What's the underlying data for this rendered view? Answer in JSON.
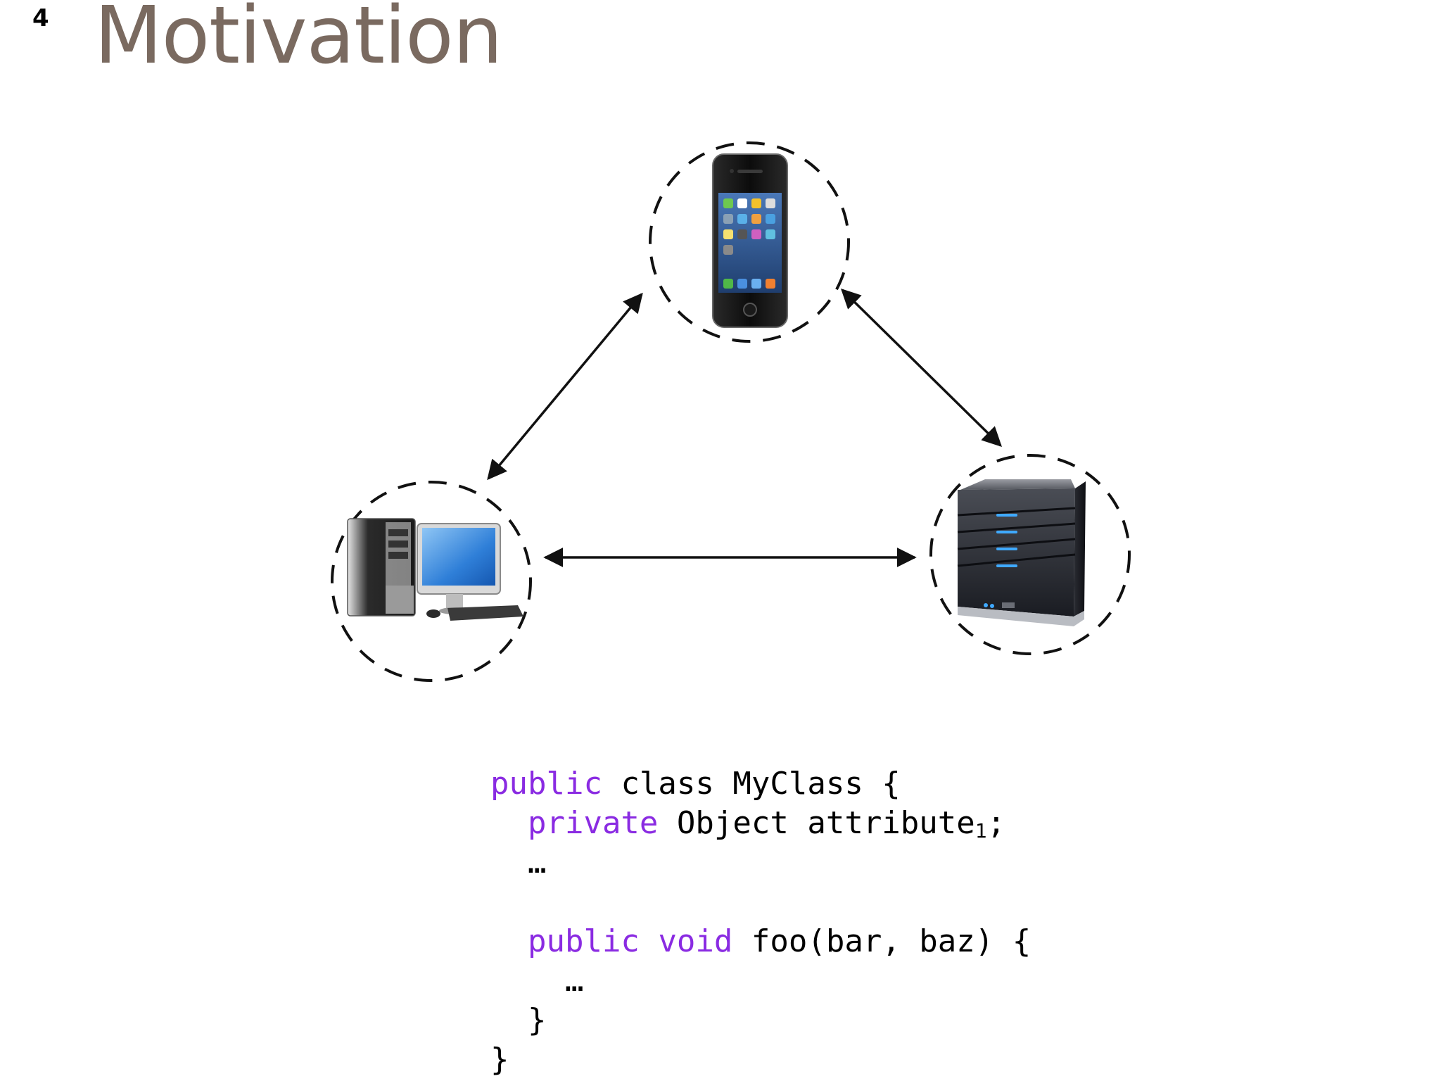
{
  "slide": {
    "number": "4",
    "title": "Motivation"
  },
  "diagram": {
    "nodes": [
      {
        "id": "phone",
        "icon": "smartphone-icon"
      },
      {
        "id": "desktop",
        "icon": "desktop-computer-icon"
      },
      {
        "id": "server",
        "icon": "server-icon"
      }
    ],
    "edges": [
      {
        "from": "phone",
        "to": "desktop",
        "bidirectional": true
      },
      {
        "from": "phone",
        "to": "server",
        "bidirectional": true
      },
      {
        "from": "desktop",
        "to": "server",
        "bidirectional": true
      }
    ],
    "colors": {
      "circle_stroke": "#111111",
      "arrow": "#111111"
    }
  },
  "code": {
    "line1": {
      "kw": "public",
      "rest": " class MyClass {"
    },
    "line2": {
      "kw": "private",
      "rest": " Object attribute",
      "sub": "1",
      "end": ";"
    },
    "line3": "…",
    "line5": {
      "kw1": "public",
      "kw2": "void",
      "rest": " foo(bar, baz) {"
    },
    "line6": "…",
    "line7": "}",
    "line8": "}",
    "colors": {
      "keyword": "#8a2be2",
      "text": "#000000"
    }
  }
}
